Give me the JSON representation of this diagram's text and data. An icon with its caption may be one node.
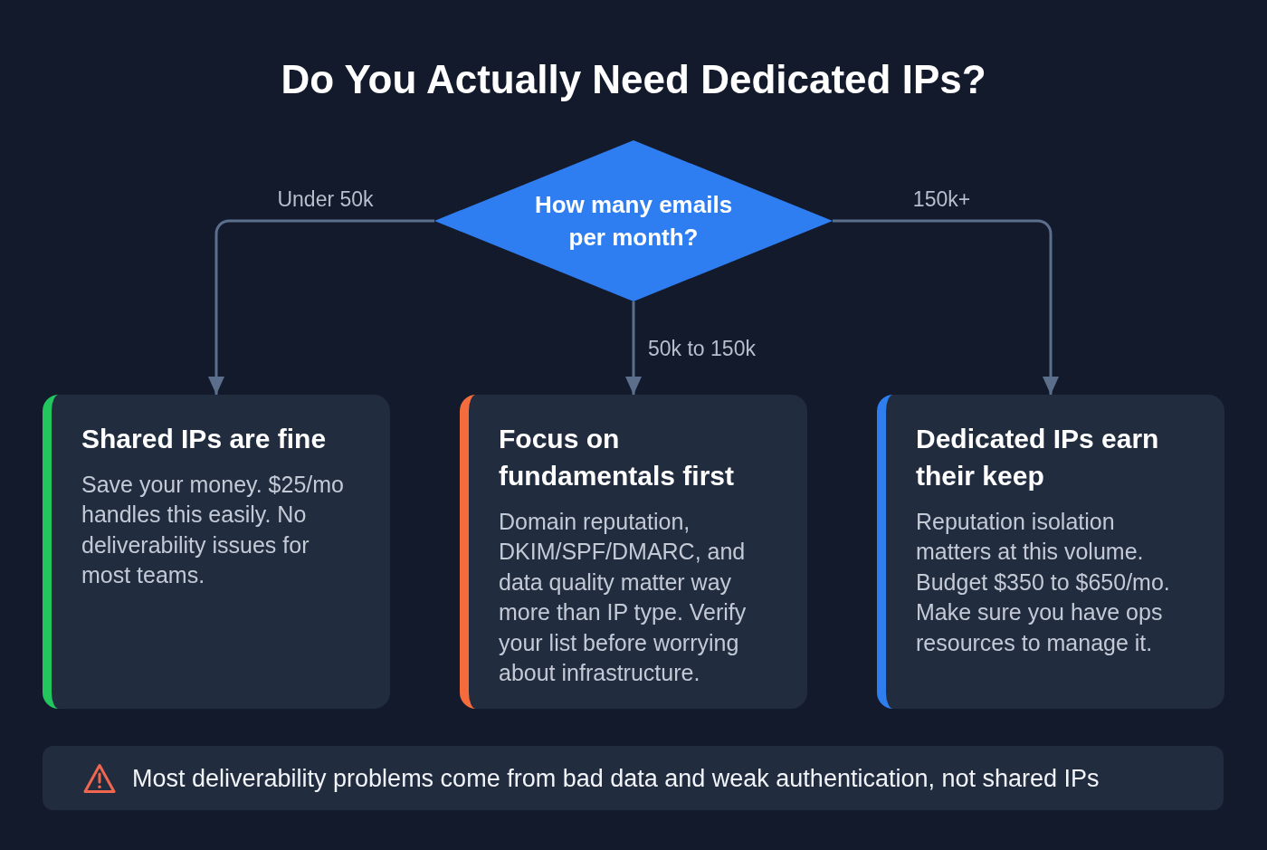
{
  "diagram": {
    "title": "Do You Actually Need Dedicated IPs?",
    "nodes": [
      {
        "text": [
          "How many emails per month?"
        ]
      },
      {
        "text": [
          "Shared IPs are fine",
          "Save your money. $25/mo handles this easily. No deliverability issues for most teams."
        ]
      },
      {
        "text": [
          "Focus on fundamentals first",
          "Domain reputation, DKIM/SPF/DMARC, and data quality matter way more than IP type. Verify your list before worrying about infrastructure."
        ]
      },
      {
        "text": [
          "Dedicated IPs earn their keep",
          "Reputation isolation matters at this volume. Budget $350 to $650/mo. Make sure you have ops resources to manage it."
        ]
      },
      {
        "text": [
          "Most deliverability problems come from bad data and weak authentication, not shared IPs"
        ]
      }
    ],
    "edges": [
      {
        "from": 0,
        "to": 1,
        "arrow": "to",
        "label": "Under 50k"
      },
      {
        "from": 0,
        "to": 2,
        "arrow": "to",
        "label": "50k to 150k"
      },
      {
        "from": 0,
        "to": 3,
        "arrow": "to",
        "label": "150k+"
      }
    ]
  }
}
